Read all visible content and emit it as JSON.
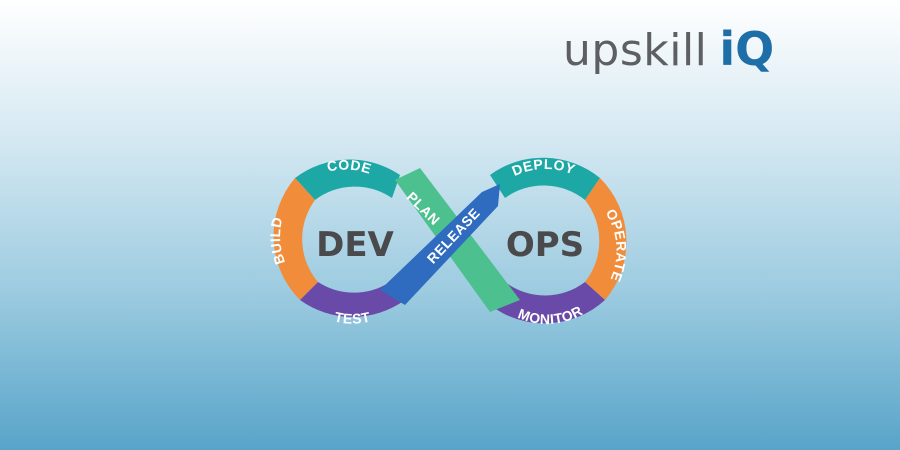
{
  "logo": {
    "part1": "upskill",
    "part2": "iQ"
  },
  "diagram": {
    "left_center": "DEV",
    "right_center": "OPS",
    "segments": {
      "code": "CODE",
      "build": "BUILD",
      "test": "TEST",
      "plan": "PLAN",
      "release": "RELEASE",
      "deploy": "DEPLOY",
      "operate": "OPERATE",
      "monitor": "MONITOR"
    },
    "colors": {
      "teal": "#1ea8a5",
      "orange": "#f08c3a",
      "purple": "#6a4aa8",
      "green": "#4cc08e",
      "blue": "#2f6bbf"
    }
  }
}
